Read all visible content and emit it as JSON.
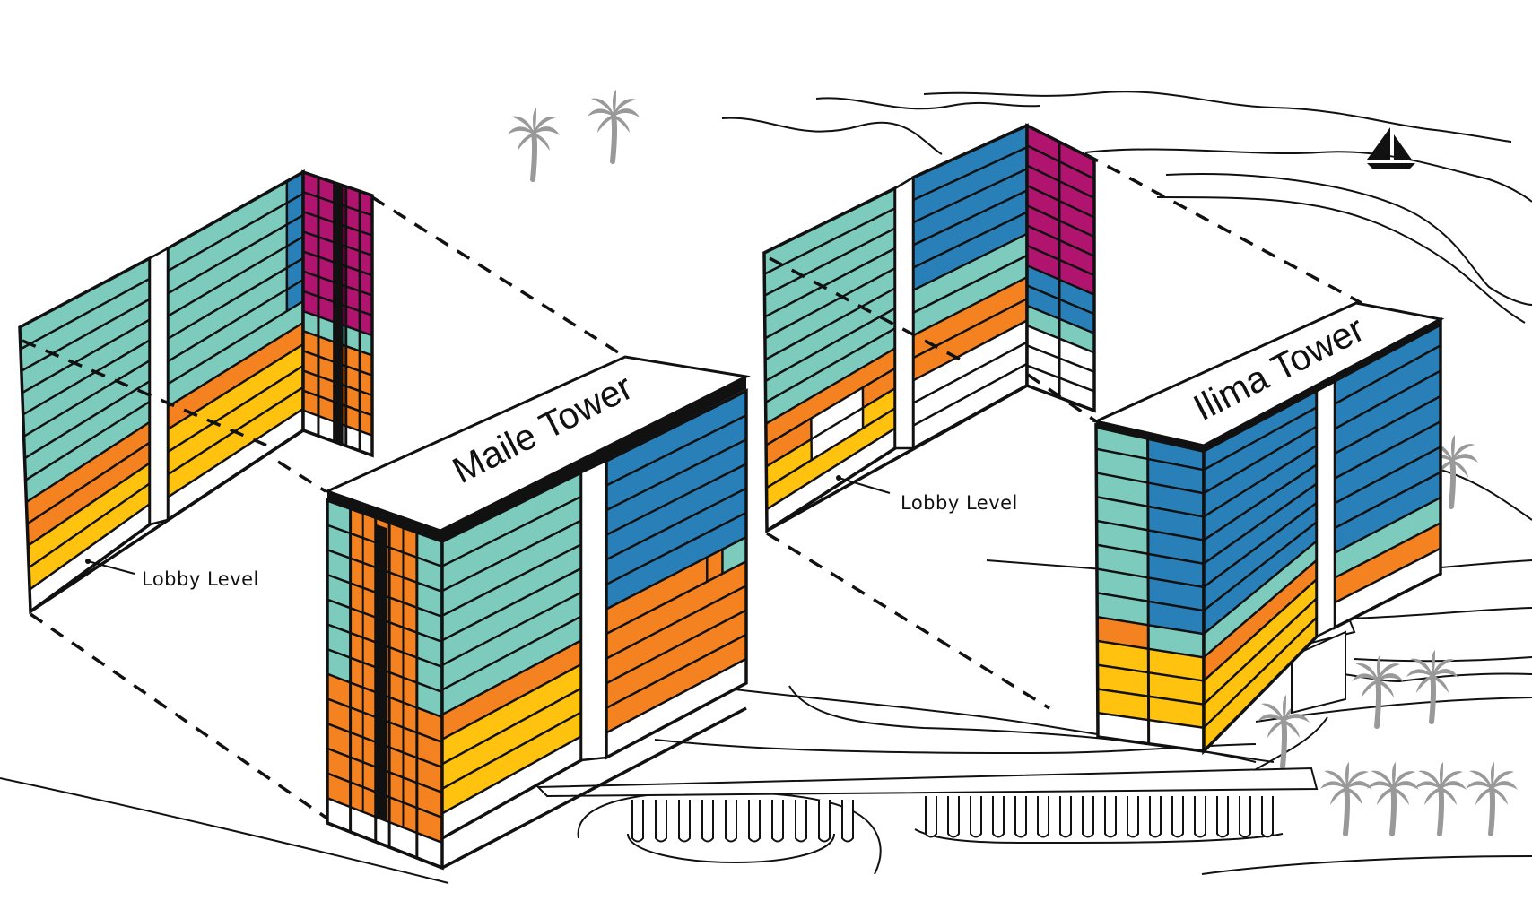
{
  "colors": {
    "teal": "#7dcbbd",
    "blue": "#2980b9",
    "magenta": "#b0146e",
    "orange": "#f58220",
    "yellow": "#ffc20e",
    "white": "#ffffff",
    "stroke": "#111111",
    "palm": "#999999"
  },
  "maile": {
    "name": "Maile Tower",
    "lobby_label": "Lobby Level"
  },
  "ilima": {
    "name": "Ilima Tower",
    "lobby_label": "Lobby Level"
  },
  "icons": [
    "palm-tree-icon",
    "sailboat-icon"
  ]
}
